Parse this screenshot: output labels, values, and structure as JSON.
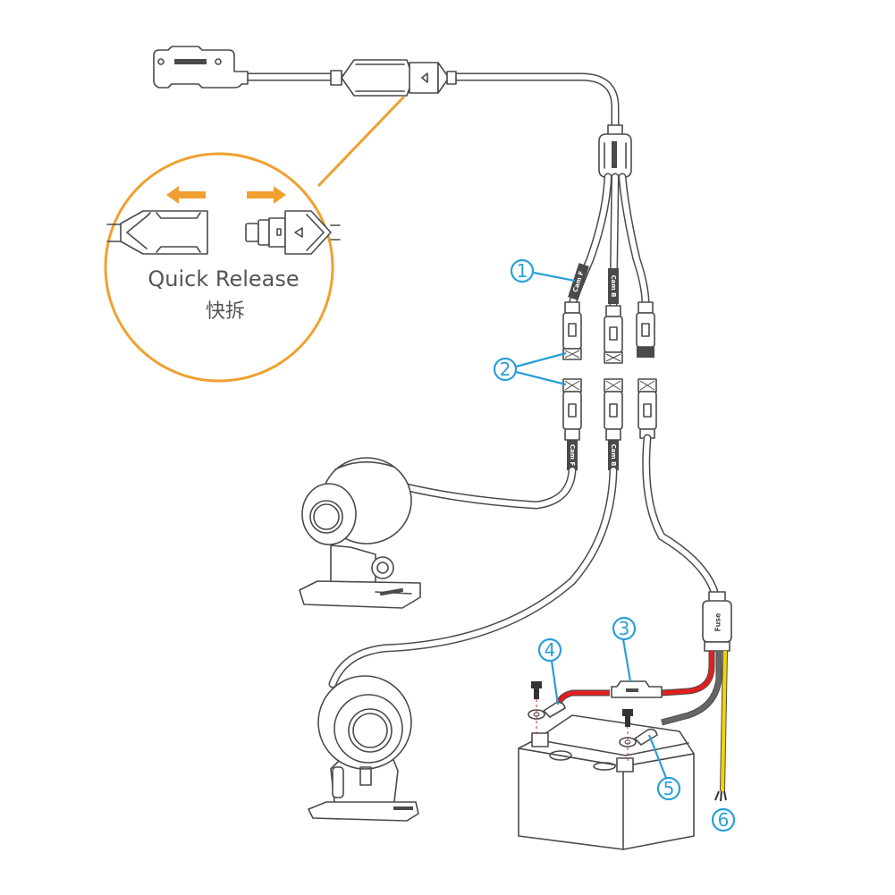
{
  "diagram": {
    "title": "Dual camera wiring with quick release and battery connection",
    "colors": {
      "accent_orange": "#f0a030",
      "callout_blue": "#2a9fd8",
      "outline": "#4a4a4a",
      "wire_red": "#e02020",
      "wire_black": "#555555",
      "wire_yellow": "#f5d400"
    },
    "quick_release": {
      "label_en": "Quick Release",
      "label_zh": "快拆",
      "arrow_left_icon": "arrow-left-icon",
      "arrow_right_icon": "arrow-right-icon"
    },
    "cable_tags": {
      "cam_f_top": "Cam F",
      "cam_b_top": "Cam B",
      "cam_f_bottom": "Cam F",
      "cam_b_bottom": "Cam B",
      "fuse": "Fuse"
    },
    "callouts": [
      {
        "id": "1",
        "label": "①"
      },
      {
        "id": "2",
        "label": "②"
      },
      {
        "id": "3",
        "label": "③"
      },
      {
        "id": "4",
        "label": "④"
      },
      {
        "id": "5",
        "label": "⑤"
      },
      {
        "id": "6",
        "label": "⑥"
      }
    ],
    "components": {
      "control_unit": "control-unit",
      "splitter": "y-splitter",
      "front_camera": "front-camera",
      "rear_camera": "rear-camera",
      "battery": "battery",
      "inline_fuse": "inline-fuse"
    }
  }
}
